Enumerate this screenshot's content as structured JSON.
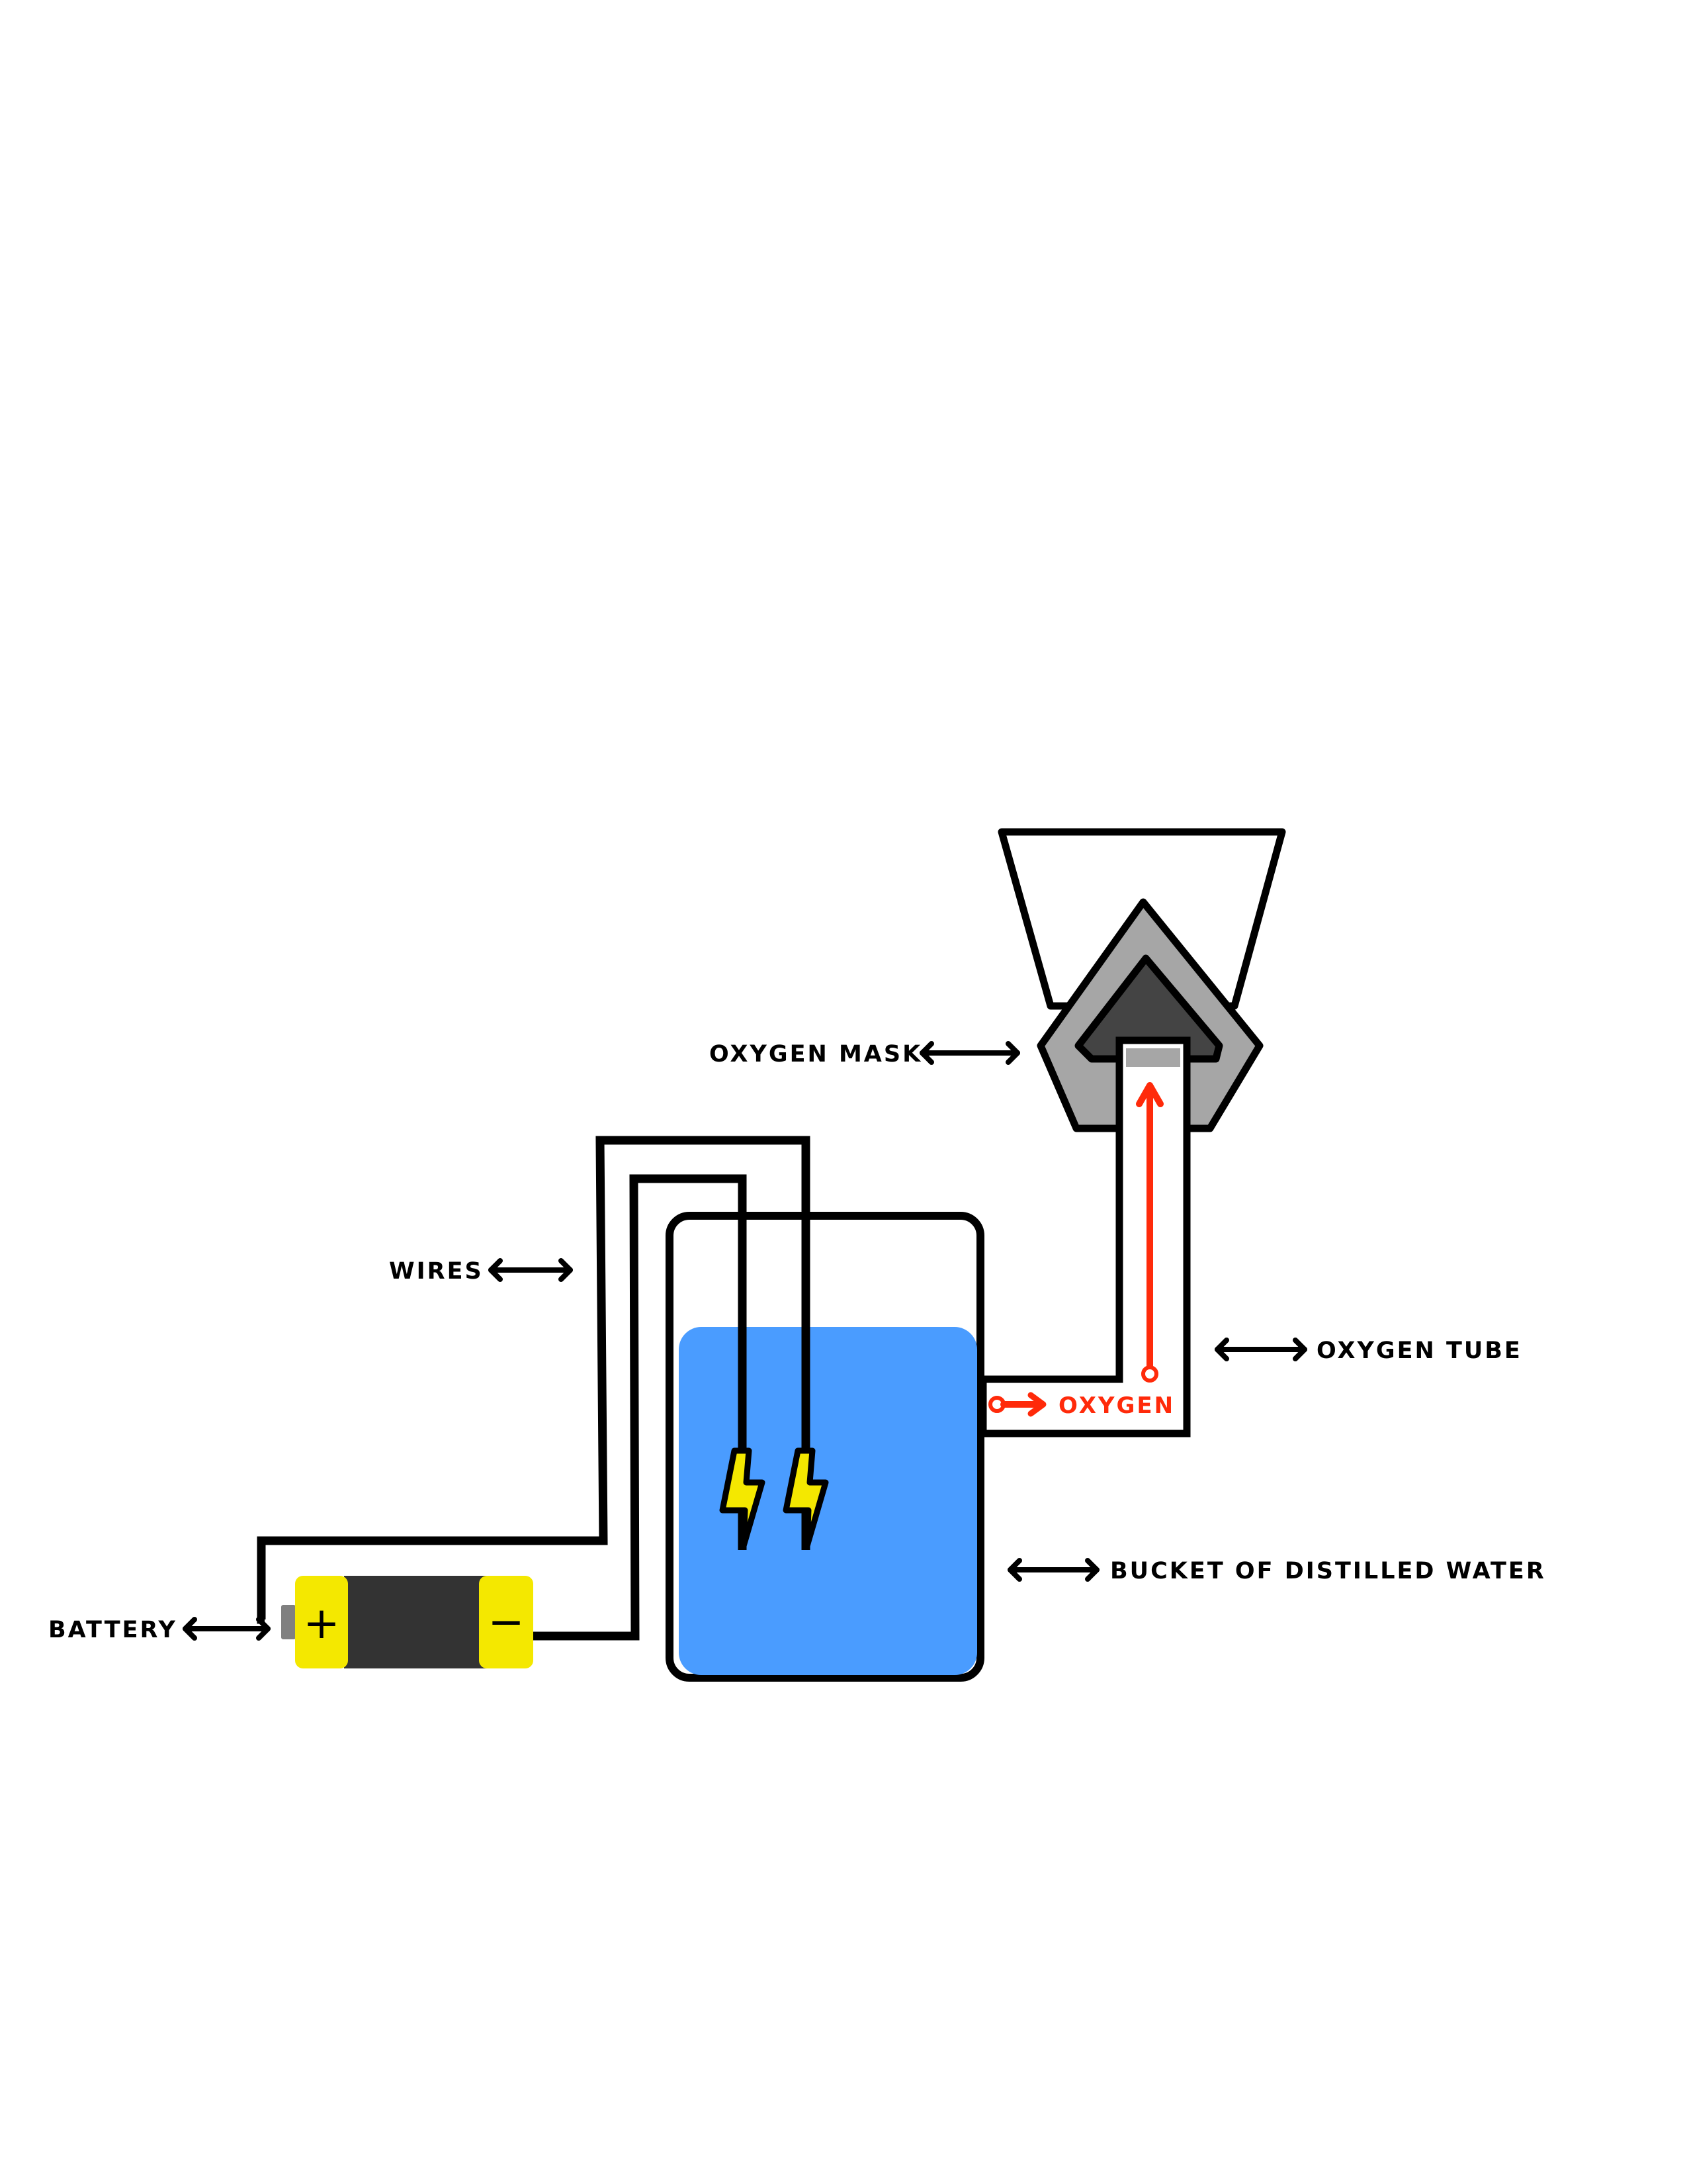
{
  "labels": {
    "oxygen_mask": "OXYGEN MASK",
    "wires": "WIRES",
    "oxygen_tube": "OXYGEN TUBE",
    "oxygen": "OXYGEN",
    "bucket": "BUCKET OF DISTILLED WATER",
    "battery": "BATTERY"
  },
  "battery": {
    "positive_symbol": "+",
    "negative_symbol": "−"
  },
  "colors": {
    "water": "#4a9cff",
    "battery_terminal": "#f4e800",
    "battery_body": "#333333",
    "spark": "#f4e800",
    "mask_outer": "#a6a6a6",
    "mask_inner": "#444444",
    "oxygen_arrow": "#ff2a0a"
  },
  "icons": {
    "spark": "lightning-bolt-icon",
    "arrows": "double-headed-arrow-icon"
  }
}
